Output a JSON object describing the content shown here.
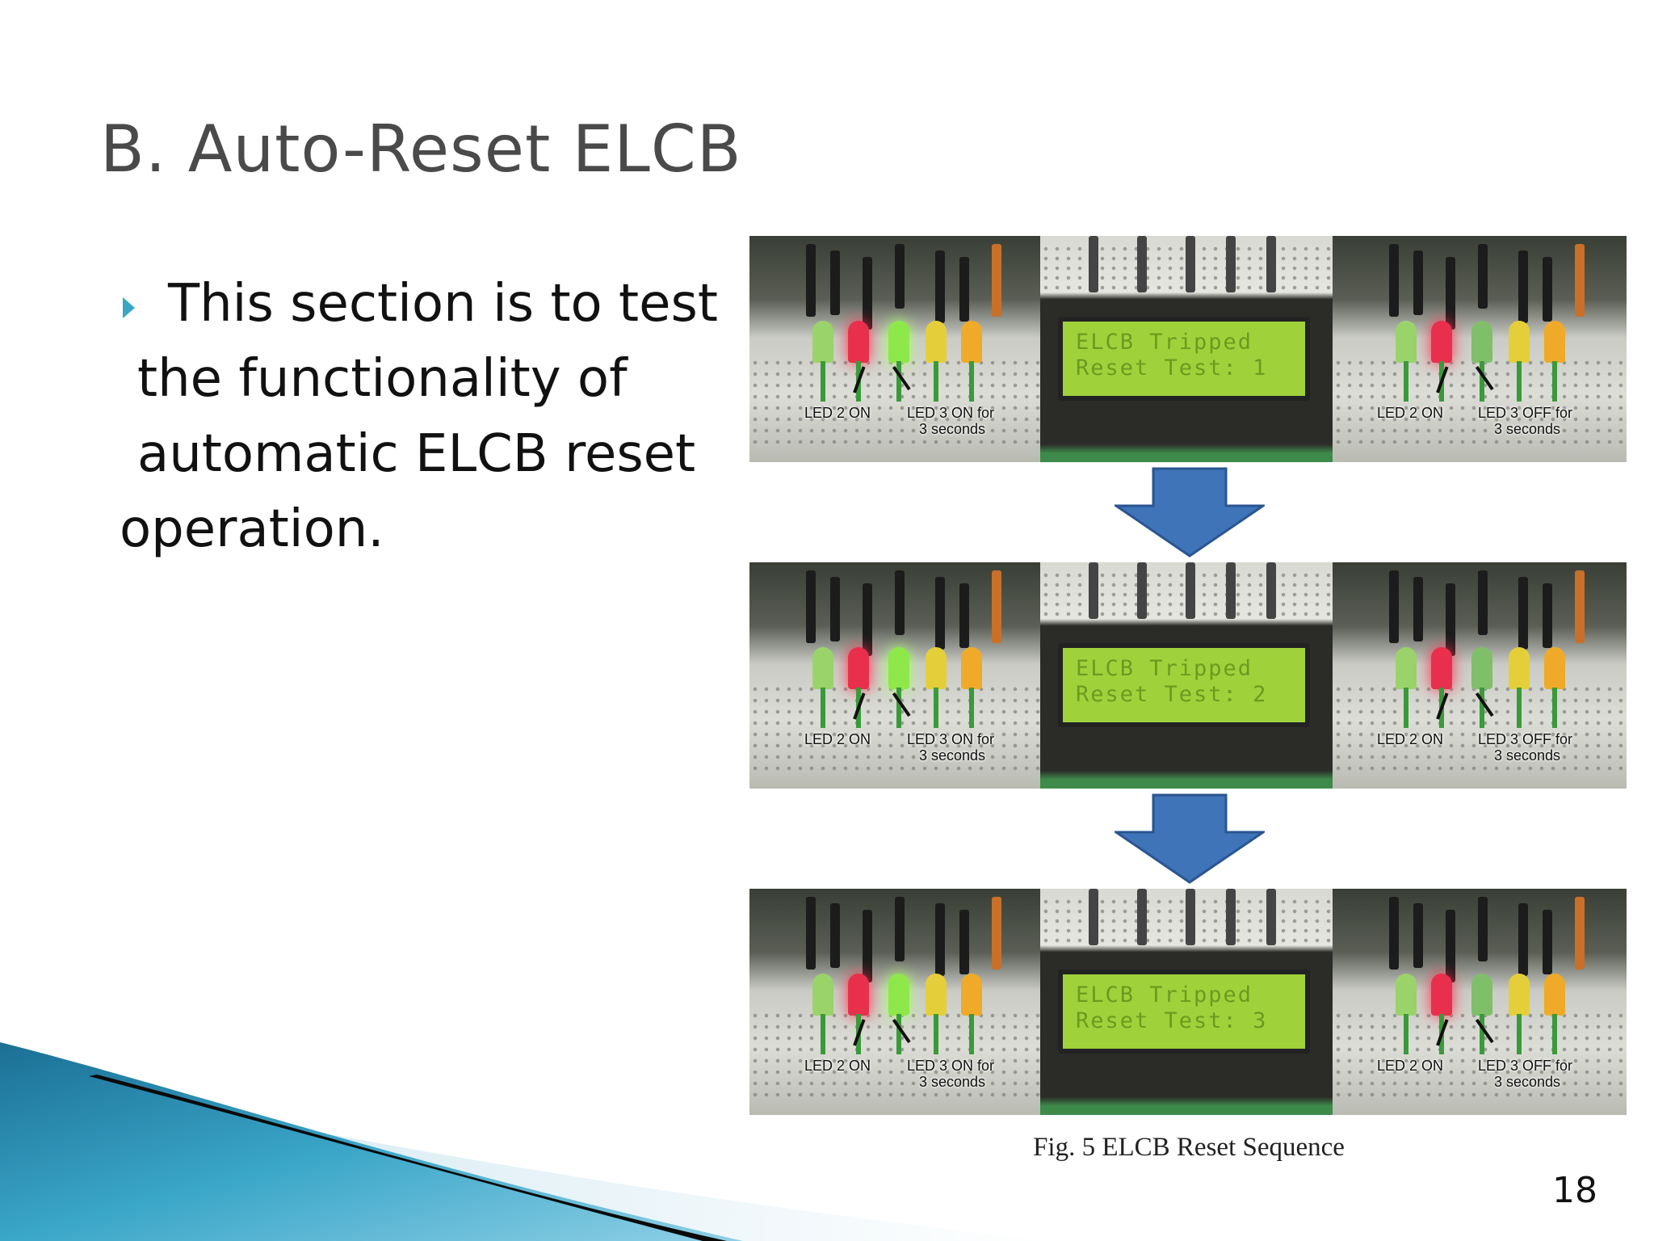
{
  "slide": {
    "title": "B. Auto-Reset ELCB",
    "bullet_lines": [
      "This section is to test",
      "the functionality of",
      "automatic ELCB reset",
      "operation."
    ],
    "page_number": "18"
  },
  "figure": {
    "caption": "Fig. 5 ELCB Reset Sequence",
    "rows": [
      {
        "left_caption_a": "LED 2 ON",
        "left_caption_b": "LED 3 ON for",
        "left_caption_c": "3 seconds",
        "lcd_line1": "ELCB Tripped",
        "lcd_line2": "Reset Test: 1",
        "right_caption_a": "LED 2 ON",
        "right_caption_b": "LED 3 OFF for",
        "right_caption_c": "3 seconds"
      },
      {
        "left_caption_a": "LED 2 ON",
        "left_caption_b": "LED 3 ON for",
        "left_caption_c": "3 seconds",
        "lcd_line1": "ELCB Tripped",
        "lcd_line2": "Reset Test: 2",
        "right_caption_a": "LED 2 ON",
        "right_caption_b": "LED 3 OFF for",
        "right_caption_c": "3 seconds"
      },
      {
        "left_caption_a": "LED 2 ON",
        "left_caption_b": "LED 3 ON for",
        "left_caption_c": "3 seconds",
        "lcd_line1": "ELCB Tripped",
        "lcd_line2": "Reset Test: 3",
        "right_caption_a": "LED 2 ON",
        "right_caption_b": "LED 3 OFF for",
        "right_caption_c": "3 seconds"
      }
    ]
  },
  "colors": {
    "title": "#4a4a4a",
    "bullet_marker": "#3aa6c4",
    "flow_arrow": "#3f74b9",
    "lcd_background": "#9fd23a"
  },
  "icons": {
    "bullet": "triangle-bullet-icon",
    "flow": "down-arrow-icon"
  }
}
